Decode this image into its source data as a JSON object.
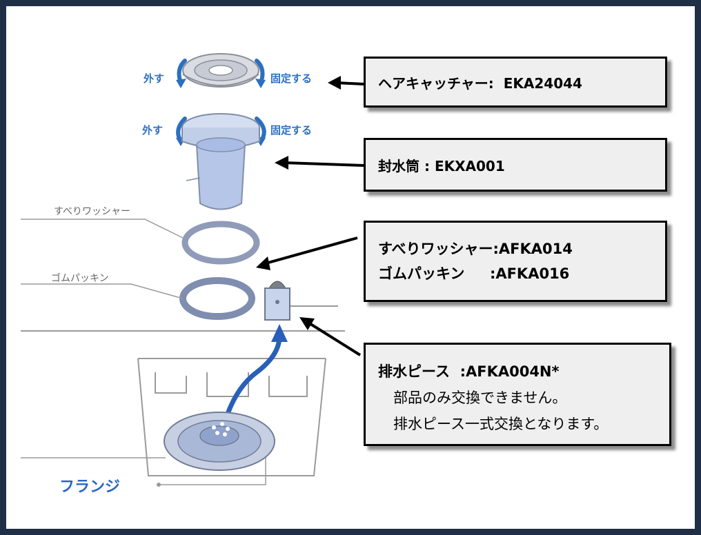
{
  "illustration": {
    "remove_label": "外す",
    "fix_label": "固定する",
    "washer_label": "すべりワッシャー",
    "gasket_label": "ゴムパッキン",
    "flange_label": "フランジ"
  },
  "callouts": {
    "hair_catcher": {
      "name": "ヘアキャッチャー:",
      "code": "EKA24044"
    },
    "seal_tube": {
      "name": "封水筒",
      "sep": ":",
      "code": "EKXA001"
    },
    "washer": {
      "name": "すべりワッシャー",
      "code": ":AFKA014"
    },
    "gasket": {
      "name": "ゴムパッキン",
      "code": ":AFKA016"
    },
    "drain_piece": {
      "name": "排水ピース",
      "code": ":AFKA004N*",
      "note1": "部品のみ交換できません。",
      "note2": "排水ピース一式交換となります。"
    }
  }
}
